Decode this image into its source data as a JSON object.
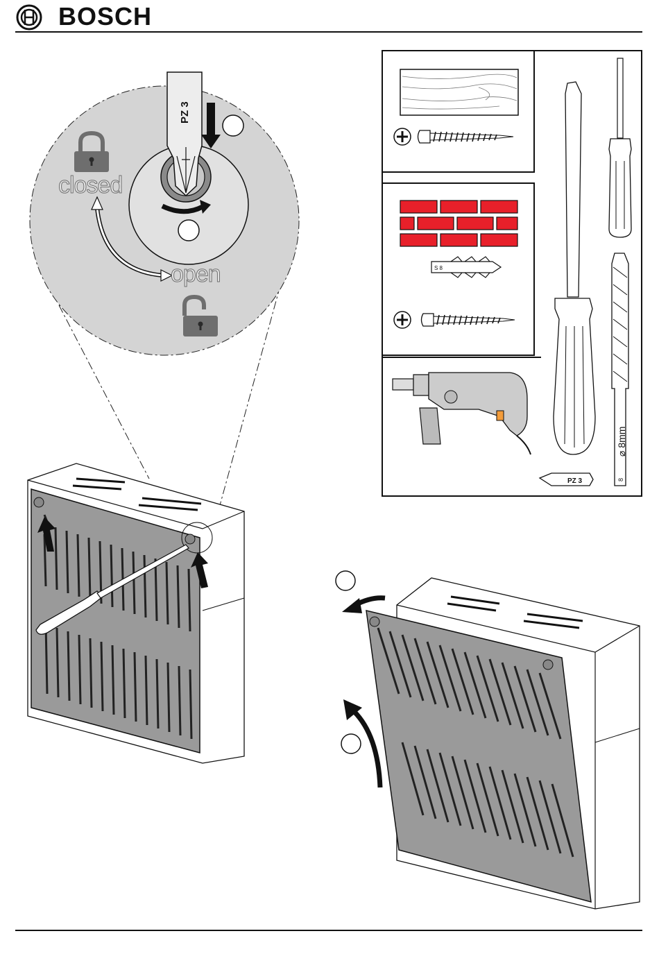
{
  "header": {
    "brand": "BOSCH"
  },
  "detail": {
    "bit_label": "PZ 3",
    "state_closed": "closed",
    "state_open": "open"
  },
  "tools": {
    "bit_label": "PZ 3",
    "drill_size": "⌀ 8mm",
    "drill_mark": "8",
    "plug_mark": "S 8"
  },
  "colors": {
    "brick": "#e8202a",
    "panel_gray": "#9a9a9a",
    "detail_bg": "#d4d4d4"
  }
}
